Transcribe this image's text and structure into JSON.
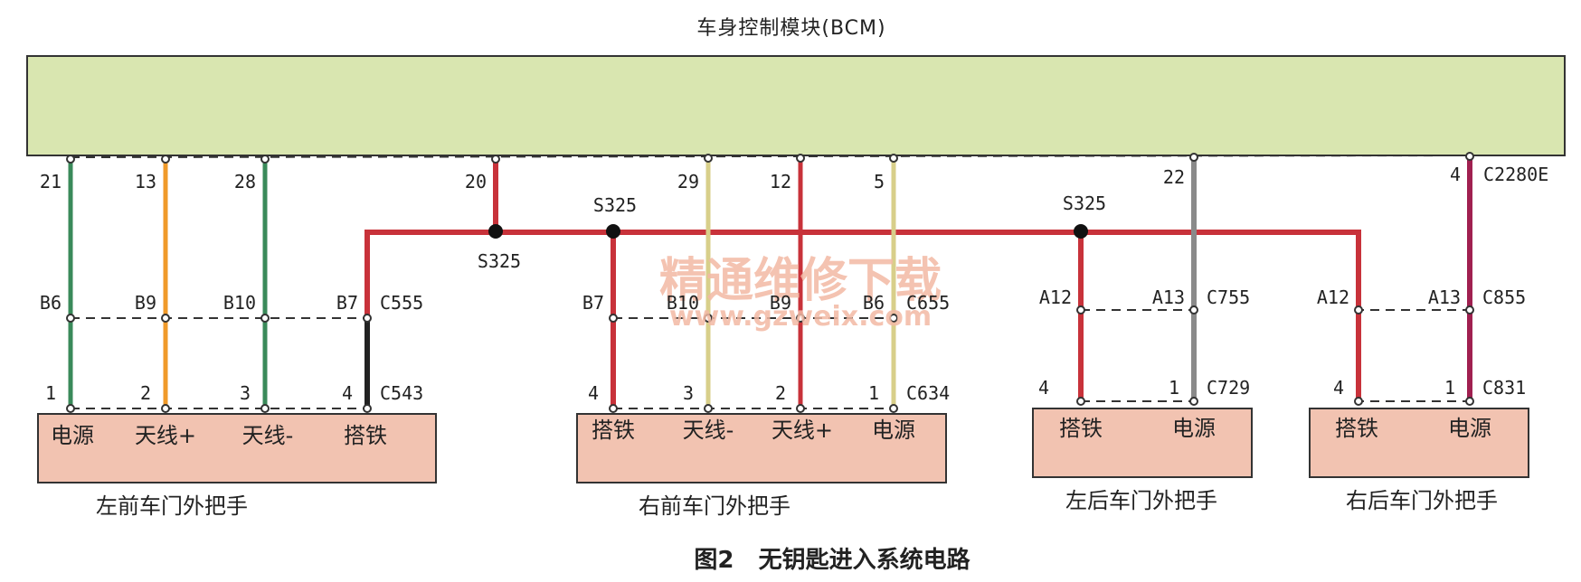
{
  "title": "车身控制模块(BCM)",
  "caption": "图2   无钥匙进入系统电路",
  "watermark": {
    "line1": "精通维修下载",
    "line2": "www.gzweix.com"
  },
  "colors": {
    "bcm_fill": "#d9e6b0",
    "handle_fill": "#f2c3b1",
    "wire_red": "#c8323a",
    "wire_green": "#3a8a5a",
    "wire_orange": "#f09a2a",
    "wire_black": "#222222",
    "wire_yellow": "#d8cf8a",
    "wire_gray": "#8a8a8a",
    "wire_purple": "#a02050"
  },
  "connectors": {
    "bcm_far": "C2280E",
    "lf_inline": "C555",
    "lf_handle": "C543",
    "rf_inline": "C655",
    "rf_handle": "C634",
    "lr_inline": "C755",
    "lr_handle": "C729",
    "rr_inline": "C855",
    "rr_handle": "C831"
  },
  "splices": {
    "s1": "S325",
    "s2": "S325",
    "s3": "S325"
  },
  "pins": {
    "bcm": [
      "21",
      "13",
      "28",
      "20",
      "29",
      "12",
      "5",
      "22",
      "4"
    ],
    "lf_inline": [
      "B6",
      "B9",
      "B10",
      "B7"
    ],
    "lf_handle": [
      "1",
      "2",
      "3",
      "4"
    ],
    "rf_inline": [
      "B7",
      "B10",
      "B9",
      "B6"
    ],
    "rf_handle": [
      "4",
      "3",
      "2",
      "1"
    ],
    "lr_inline": [
      "A12",
      "A13"
    ],
    "lr_handle": [
      "4",
      "1"
    ],
    "rr_inline": [
      "A12",
      "A13"
    ],
    "rr_handle": [
      "4",
      "1"
    ]
  },
  "handles": {
    "lf": {
      "name": "左前车门外把手",
      "terms": [
        "电源",
        "天线+",
        "天线-",
        "搭铁"
      ]
    },
    "rf": {
      "name": "右前车门外把手",
      "terms": [
        "搭铁",
        "天线-",
        "天线+",
        "电源"
      ]
    },
    "lr": {
      "name": "左后车门外把手",
      "terms": [
        "搭铁",
        "电源"
      ]
    },
    "rr": {
      "name": "右后车门外把手",
      "terms": [
        "搭铁",
        "电源"
      ]
    }
  }
}
